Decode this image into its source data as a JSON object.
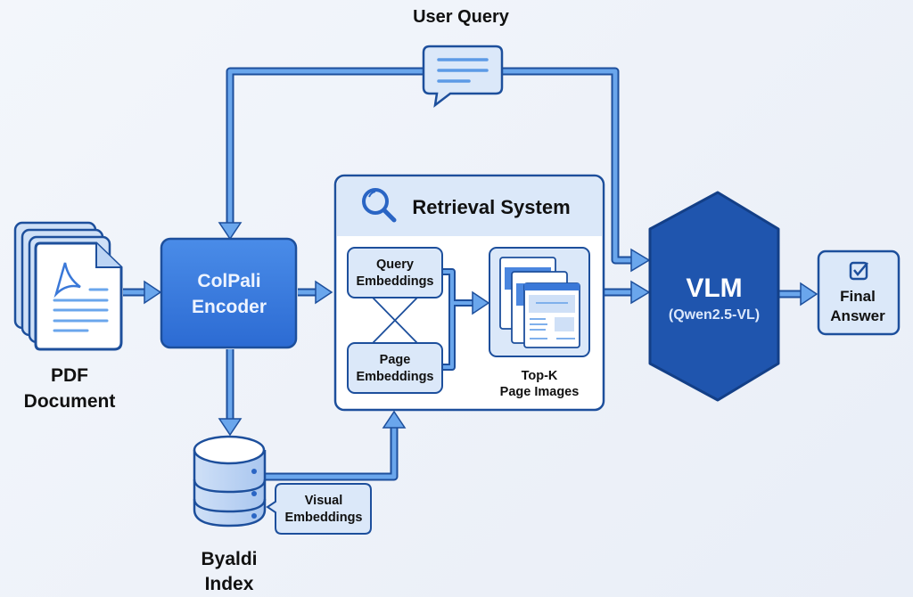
{
  "colors": {
    "primary": "#2f6fd6",
    "dark": "#1a4fa8",
    "outline": "#1d4f9c",
    "light_fill": "#dbe8f9",
    "arrow": "#5c9ae6",
    "text": "#111111"
  },
  "nodes": {
    "user_query": {
      "label": "User Query",
      "icon": "speech-bubble-icon"
    },
    "pdf_document": {
      "label_line1": "PDF",
      "label_line2": "Document",
      "icon": "pdf-stack-icon"
    },
    "colpali_encoder": {
      "label_line1": "ColPali",
      "label_line2": "Encoder"
    },
    "retrieval_system": {
      "title": "Retrieval System",
      "icon": "magnifier-icon",
      "query_embeddings": {
        "line1": "Query",
        "line2": "Embeddings"
      },
      "page_embeddings": {
        "line1": "Page",
        "line2": "Embeddings"
      },
      "top_k": {
        "line1": "Top-K",
        "line2": "Page Images",
        "icon": "page-images-icon"
      }
    },
    "vlm": {
      "label": "VLM",
      "sublabel": "(Qwen2.5-VL)"
    },
    "final_answer": {
      "line1": "Final",
      "line2": "Answer",
      "icon": "checkbox-icon"
    },
    "byaldi_index": {
      "label_line1": "Byaldi",
      "label_line2": "Index",
      "icon": "database-icon"
    },
    "visual_embeddings": {
      "line1": "Visual",
      "line2": "Embeddings"
    }
  }
}
